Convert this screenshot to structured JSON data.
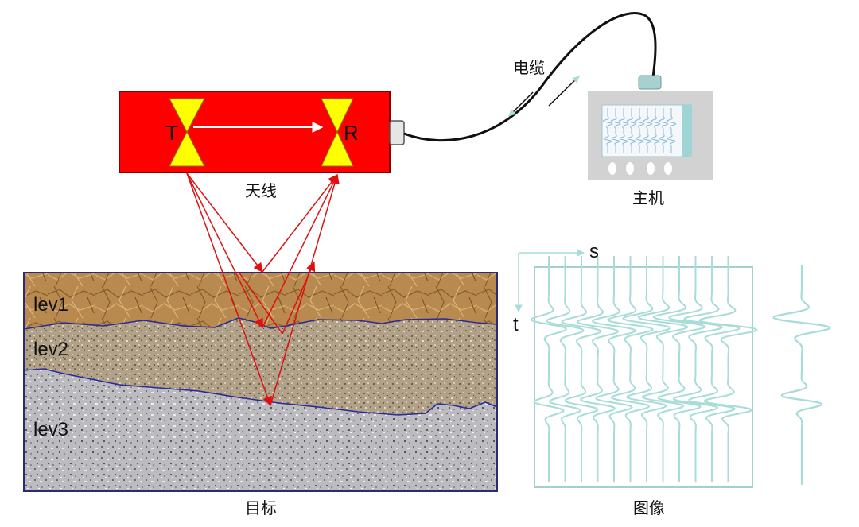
{
  "labels": {
    "cable": "电缆",
    "host": "主机",
    "antenna": "天线",
    "target": "目标",
    "image": "图像",
    "transmitter": "T",
    "receiver": "R",
    "axis_s": "s",
    "axis_t": "t"
  },
  "layers": [
    {
      "label": "lev1"
    },
    {
      "label": "lev2"
    },
    {
      "label": "lev3"
    }
  ],
  "colors": {
    "antenna_body": "#ff0000",
    "antenna_element": "#ffff00",
    "ray": "#e01010",
    "waveform": "#a8dcd8",
    "layer_boundary": "#2a2a9a",
    "lev1": "#b88a50",
    "lev2": "#b0a188",
    "lev3": "#bcbcc0",
    "host_body": "#d2d2d2"
  },
  "waveform": {
    "traces": 12,
    "reflector_count": 2
  }
}
